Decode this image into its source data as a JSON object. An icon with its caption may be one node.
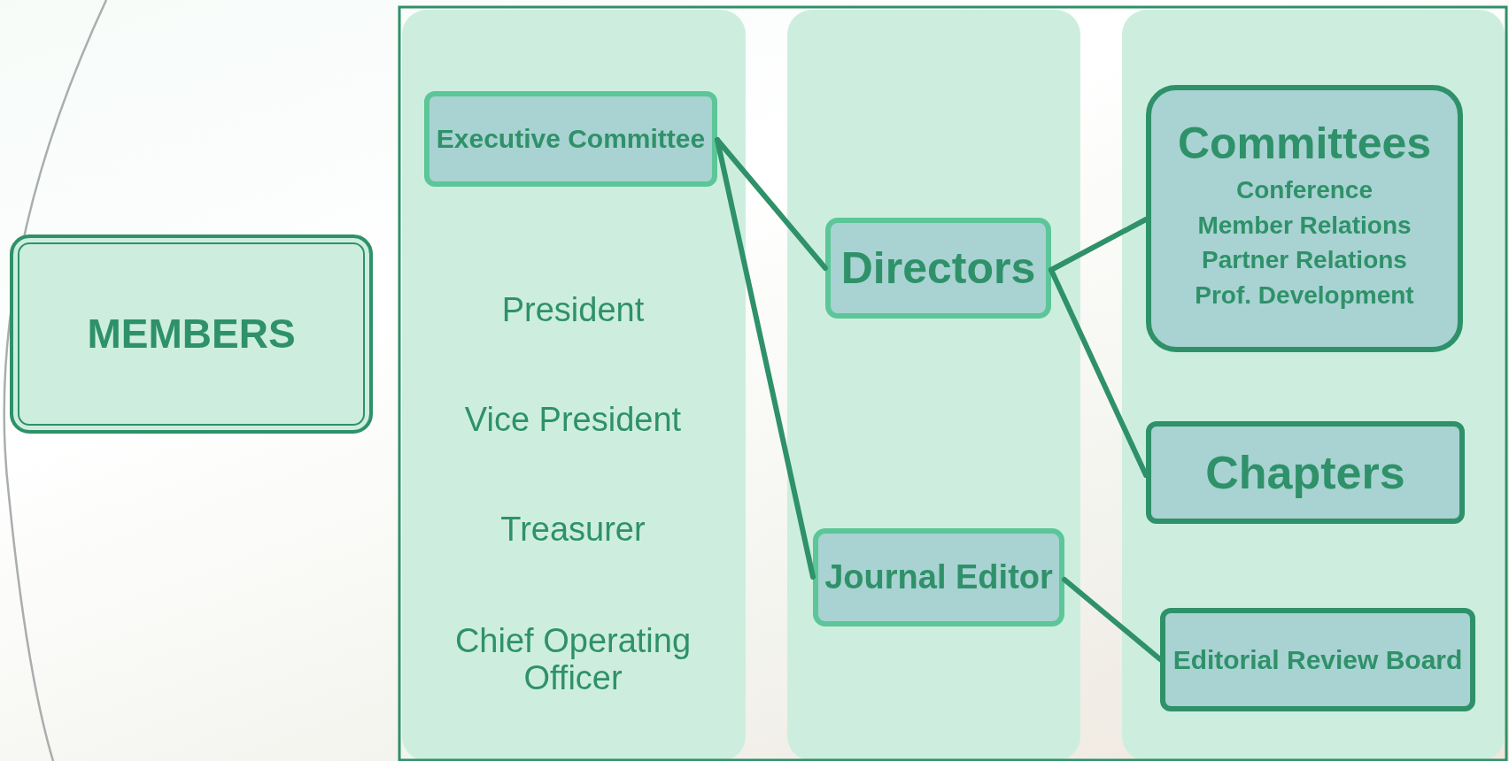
{
  "diagram": {
    "nodes": [
      {
        "text": [
          "MEMBERS"
        ]
      },
      {
        "text": [
          "Executive Committee"
        ]
      },
      {
        "text": [
          "Directors"
        ]
      },
      {
        "text": [
          "Journal Editor"
        ]
      },
      {
        "text": [
          "Committees",
          "Conference",
          "Member Relations",
          "Partner Relations",
          "Prof. Development"
        ]
      },
      {
        "text": [
          "Chapters"
        ]
      },
      {
        "text": [
          "Editorial Review Board"
        ]
      }
    ],
    "edges": [
      {
        "from": 1,
        "to": 2,
        "arrow": "none"
      },
      {
        "from": 1,
        "to": 3,
        "arrow": "none"
      },
      {
        "from": 2,
        "to": 4,
        "arrow": "none"
      },
      {
        "from": 2,
        "to": 5,
        "arrow": "none"
      },
      {
        "from": 3,
        "to": 6,
        "arrow": "none"
      }
    ],
    "labels": [
      "President",
      "Vice President",
      "Treasurer",
      "Chief Operating Officer"
    ]
  }
}
